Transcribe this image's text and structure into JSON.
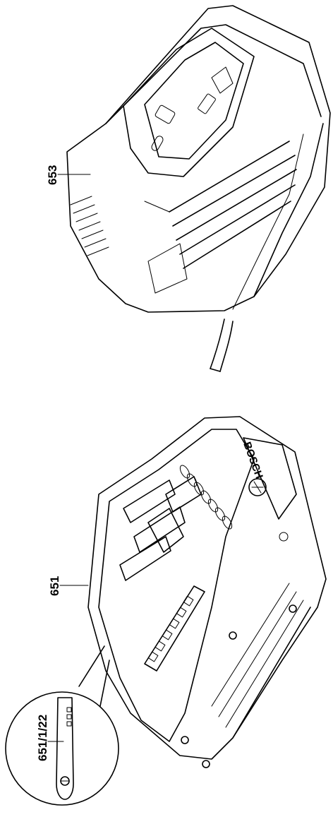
{
  "callouts": {
    "charger": "653",
    "battery": "651",
    "detail": "651/1/22"
  },
  "brand": {
    "logo_text": "BOSCH"
  },
  "colors": {
    "line": "#000000",
    "background": "#ffffff"
  }
}
